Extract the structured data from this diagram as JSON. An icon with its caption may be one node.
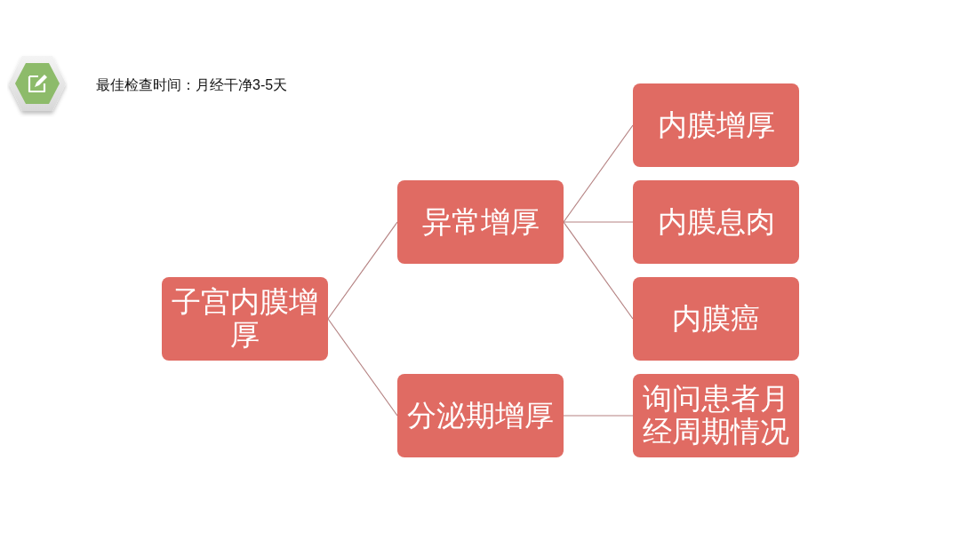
{
  "diagram": {
    "nodes": [
      {
        "text": [
          "子宫内膜增厚"
        ]
      },
      {
        "text": [
          "异常增厚"
        ]
      },
      {
        "text": [
          "内膜增厚"
        ]
      },
      {
        "text": [
          "内膜息肉"
        ]
      },
      {
        "text": [
          "内膜癌"
        ]
      },
      {
        "text": [
          "分泌期增厚"
        ]
      },
      {
        "text": [
          "询问患者月经周期情况"
        ]
      }
    ],
    "edges": [
      {
        "from": 0,
        "to": 1,
        "arrow": "none"
      },
      {
        "from": 0,
        "to": 5,
        "arrow": "none"
      },
      {
        "from": 1,
        "to": 2,
        "arrow": "none"
      },
      {
        "from": 1,
        "to": 3,
        "arrow": "none"
      },
      {
        "from": 1,
        "to": 4,
        "arrow": "none"
      },
      {
        "from": 5,
        "to": 6,
        "arrow": "none"
      }
    ],
    "labels": [
      "最佳检查时间：月经干净3-5天"
    ]
  }
}
